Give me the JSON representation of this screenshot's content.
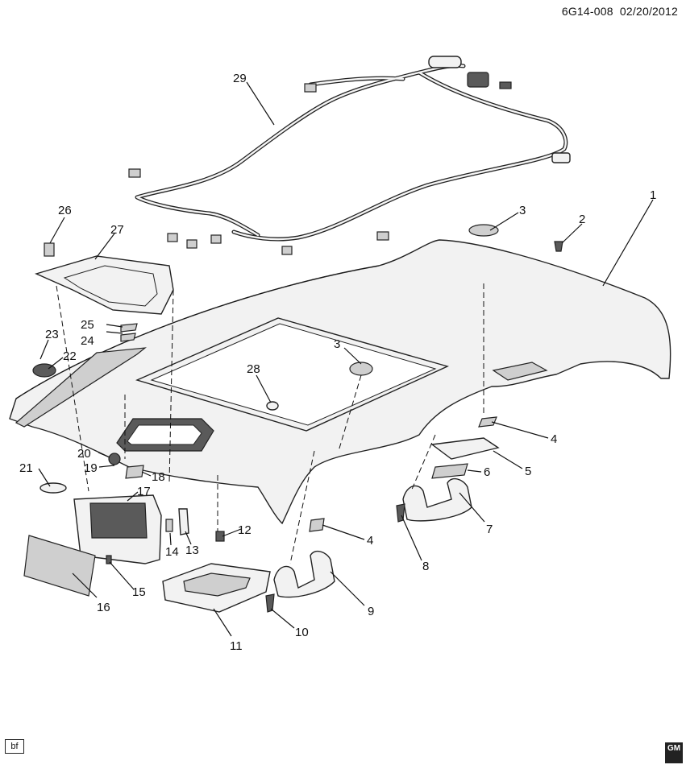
{
  "header": {
    "doc_code": "6G14-008",
    "date": "02/20/2012"
  },
  "footer": {
    "tag": "bf",
    "logo_text": "GM"
  },
  "callouts": {
    "c1": "1",
    "c2": "2",
    "c3a": "3",
    "c3b": "3",
    "c4a": "4",
    "c4b": "4",
    "c5": "5",
    "c6": "6",
    "c7": "7",
    "c8": "8",
    "c9": "9",
    "c10": "10",
    "c11": "11",
    "c12": "12",
    "c13": "13",
    "c14": "14",
    "c15": "15",
    "c16": "16",
    "c17": "17",
    "c18": "18",
    "c19": "19",
    "c20": "20",
    "c21": "21",
    "c22": "22",
    "c23": "23",
    "c24": "24",
    "c25": "25",
    "c26": "26",
    "c27": "27",
    "c28": "28",
    "c29": "29"
  }
}
